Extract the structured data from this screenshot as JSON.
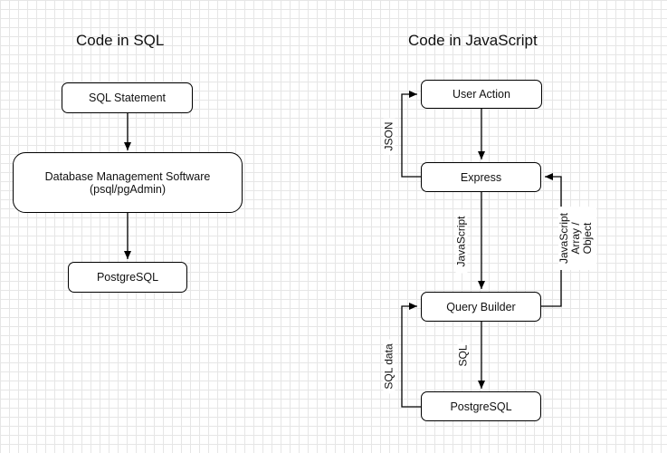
{
  "left": {
    "title": "Code in SQL",
    "nodes": {
      "sql_statement": "SQL Statement",
      "dbms_line1": "Database Management Software",
      "dbms_line2": "(psql/pgAdmin)",
      "postgres": "PostgreSQL"
    }
  },
  "right": {
    "title": "Code in JavaScript",
    "nodes": {
      "user_action": "User Action",
      "express": "Express",
      "query_builder": "Query Builder",
      "postgres": "PostgreSQL"
    },
    "edge_labels": {
      "json": "JSON",
      "javascript": "JavaScript",
      "js_array_1": "JavaScript",
      "js_array_2": "Array /",
      "js_array_3": "Object",
      "sql_data": "SQL data",
      "sql": "SQL"
    }
  }
}
